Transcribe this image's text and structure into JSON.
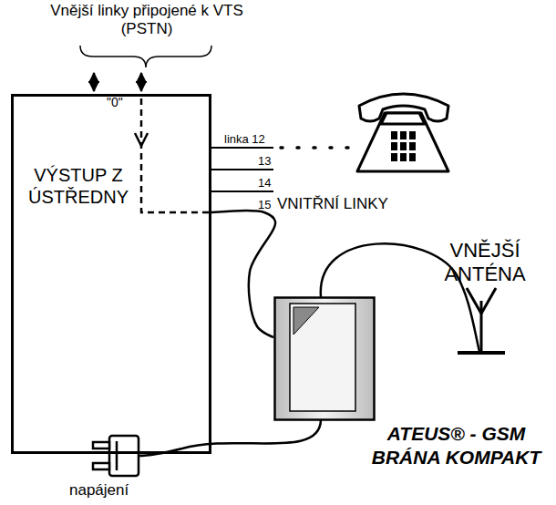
{
  "diagram": {
    "nodes": [
      {
        "text": [
          "VÝSTUP Z ÚSTŘEDNY"
        ]
      },
      {
        "text": [
          "ATEUS® - GSM BRÁNA KOMPAKT"
        ]
      }
    ],
    "edges": [
      {
        "from": 0,
        "to": 1,
        "arrow": "none"
      }
    ],
    "labels": [
      "Vnější linky připojené k VTS (PSTN)",
      "\"0\"",
      "linka 12",
      "13",
      "14",
      "15",
      "VNITŘNÍ LINKY",
      "VNĚJŠÍ ANTÉNA",
      "napájení"
    ]
  }
}
